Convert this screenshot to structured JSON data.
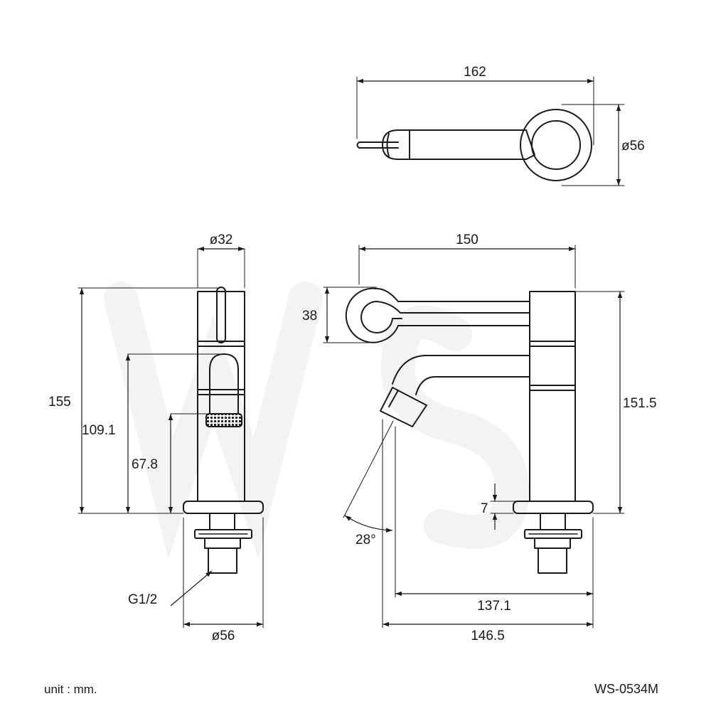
{
  "top_view": {
    "width_label": "162",
    "disc_diameter_label": "ø56"
  },
  "side_view": {
    "body_diameter_label": "ø32",
    "total_height_label": "155",
    "spout_top_height_label": "109.1",
    "outlet_height_label": "67.8",
    "thread_label": "G1/2",
    "base_diameter_label": "ø56"
  },
  "front_view": {
    "handle_reach_label": "150",
    "handle_height_label": "38",
    "body_height_label": "151.5",
    "base_thickness_label": "7",
    "spout_angle_label": "28°",
    "spout_reach_label": "137.1",
    "overall_reach_label": "146.5"
  },
  "footer": {
    "unit_note": "unit : mm.",
    "model_code": "WS-0534M"
  },
  "colors": {
    "line": "#1a1a1a",
    "watermark": "#f2f2f2"
  }
}
